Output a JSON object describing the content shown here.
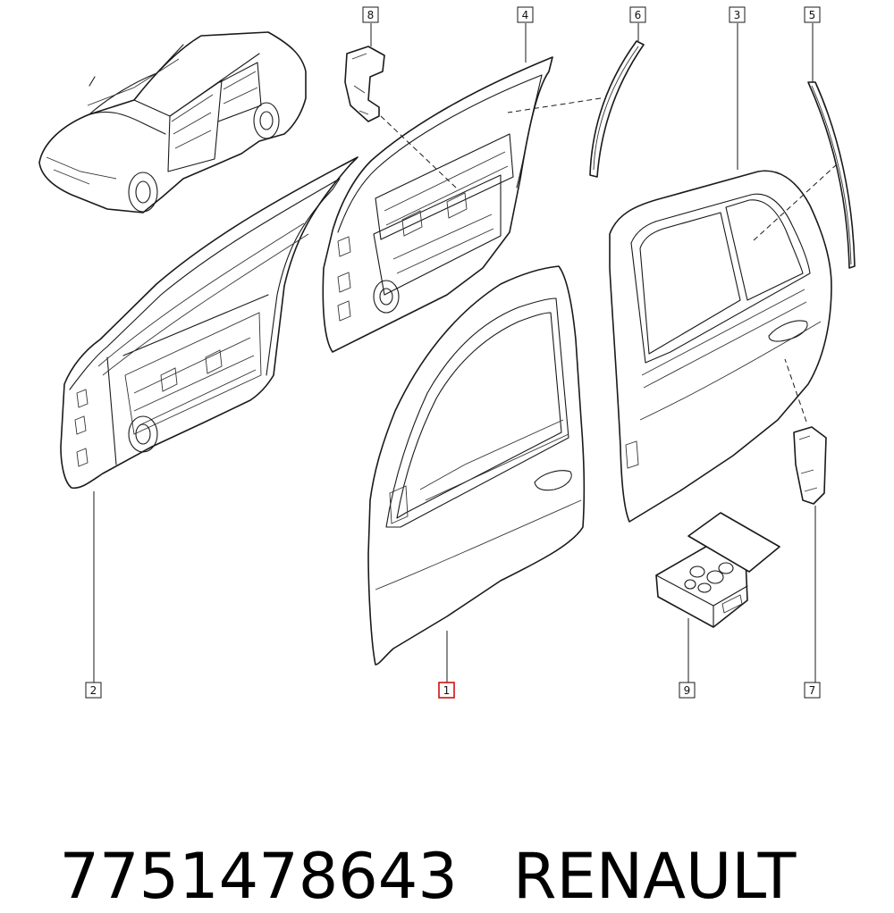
{
  "callouts": [
    {
      "id": "c1",
      "label": "1",
      "highlight": true
    },
    {
      "id": "c2",
      "label": "2",
      "highlight": false
    },
    {
      "id": "c3",
      "label": "3",
      "highlight": false
    },
    {
      "id": "c4",
      "label": "4",
      "highlight": false
    },
    {
      "id": "c5",
      "label": "5",
      "highlight": false
    },
    {
      "id": "c6",
      "label": "6",
      "highlight": false
    },
    {
      "id": "c7",
      "label": "7",
      "highlight": false
    },
    {
      "id": "c8",
      "label": "8",
      "highlight": false
    },
    {
      "id": "c9",
      "label": "9",
      "highlight": false
    }
  ],
  "highlight_color": "#d01010",
  "caption": {
    "part_number": "7751478643",
    "brand": "RENAULT"
  }
}
